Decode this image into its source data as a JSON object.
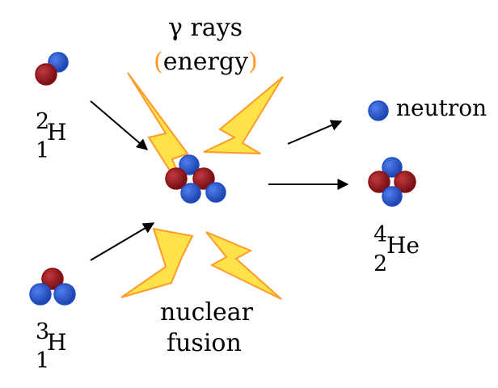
{
  "labels": {
    "gamma_line": "γ rays",
    "energy_open": "(",
    "energy_word": "energy",
    "energy_close": ")",
    "neutron": "neutron",
    "fusion_line1": "nuclear",
    "fusion_line2": "fusion"
  },
  "isotopes": {
    "deuterium": {
      "mass": "2",
      "symbol": "H",
      "atomic": "1"
    },
    "tritium": {
      "mass": "3",
      "symbol": "H",
      "atomic": "1"
    },
    "helium": {
      "mass": "4",
      "symbol": "He",
      "atomic": "2"
    }
  },
  "colors": {
    "proton": "#8b0f14",
    "neutron": "#1f4fc8",
    "lightning_fill": "#ffe14a",
    "lightning_stroke": "#ff9b2a",
    "arrow": "#000000"
  }
}
